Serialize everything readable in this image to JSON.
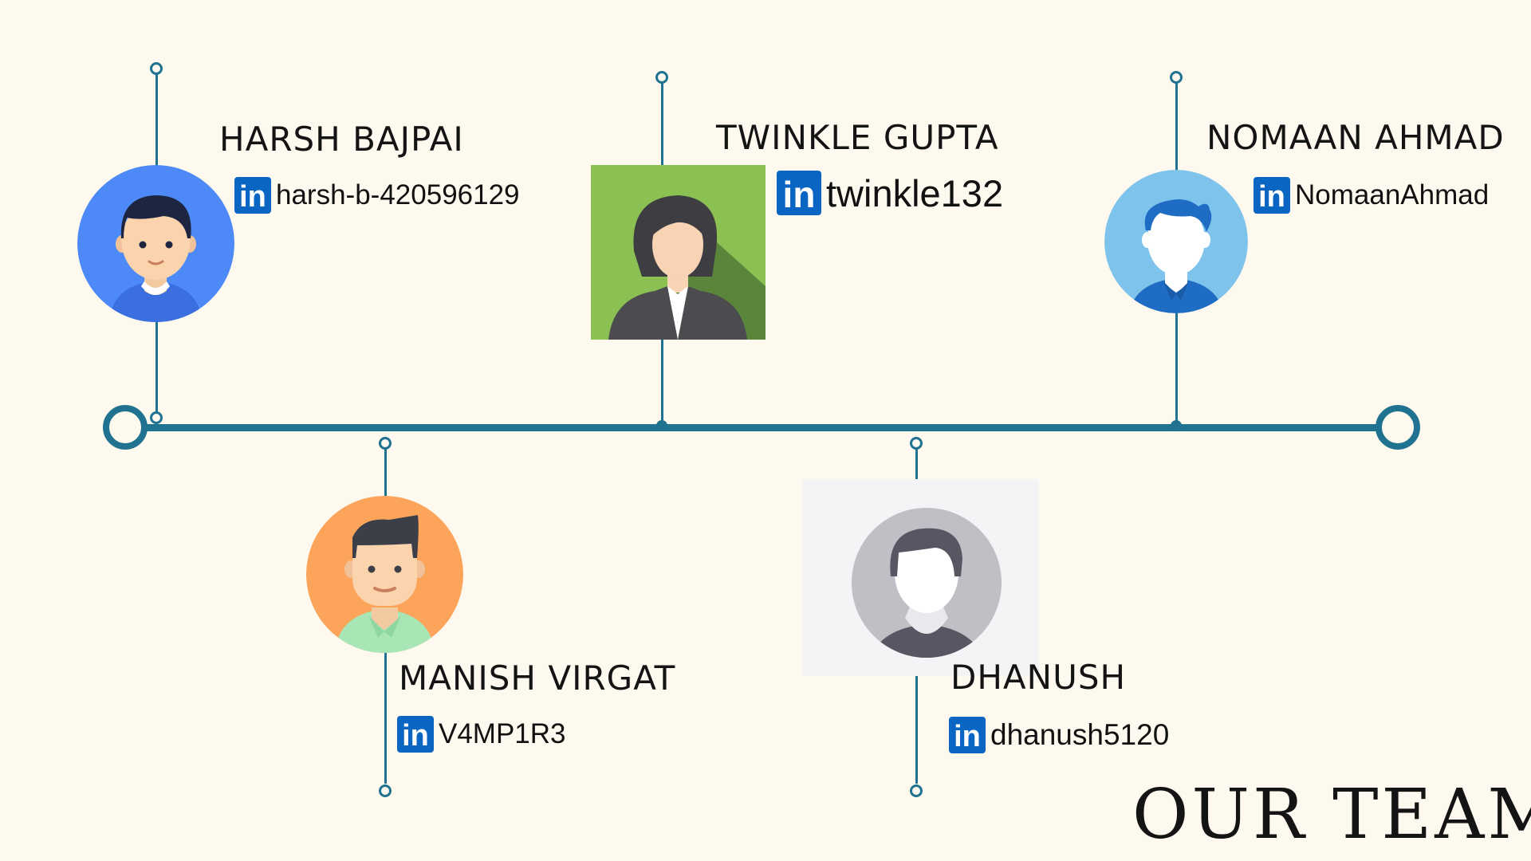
{
  "title": "OUR TEAM",
  "colors": {
    "background": "#fef9ee",
    "timeline": "#1f7391",
    "linkedin": "#0a66c2"
  },
  "members": [
    {
      "name": "HARSH BAJPAI",
      "linkedin_icon": "linkedin-icon",
      "handle": "harsh-b-420596129"
    },
    {
      "name": "MANISH VIRGAT",
      "linkedin_icon": "linkedin-icon",
      "handle": "V4MP1R3"
    },
    {
      "name": "TWINKLE GUPTA",
      "linkedin_icon": "linkedin-icon",
      "handle": "twinkle132"
    },
    {
      "name": "DHANUSH",
      "linkedin_icon": "linkedin-icon",
      "handle": "dhanush5120"
    },
    {
      "name": "NOMAAN AHMAD",
      "linkedin_icon": "linkedin-icon",
      "handle": "NomaanAhmad"
    }
  ],
  "linkedin_label": "in"
}
